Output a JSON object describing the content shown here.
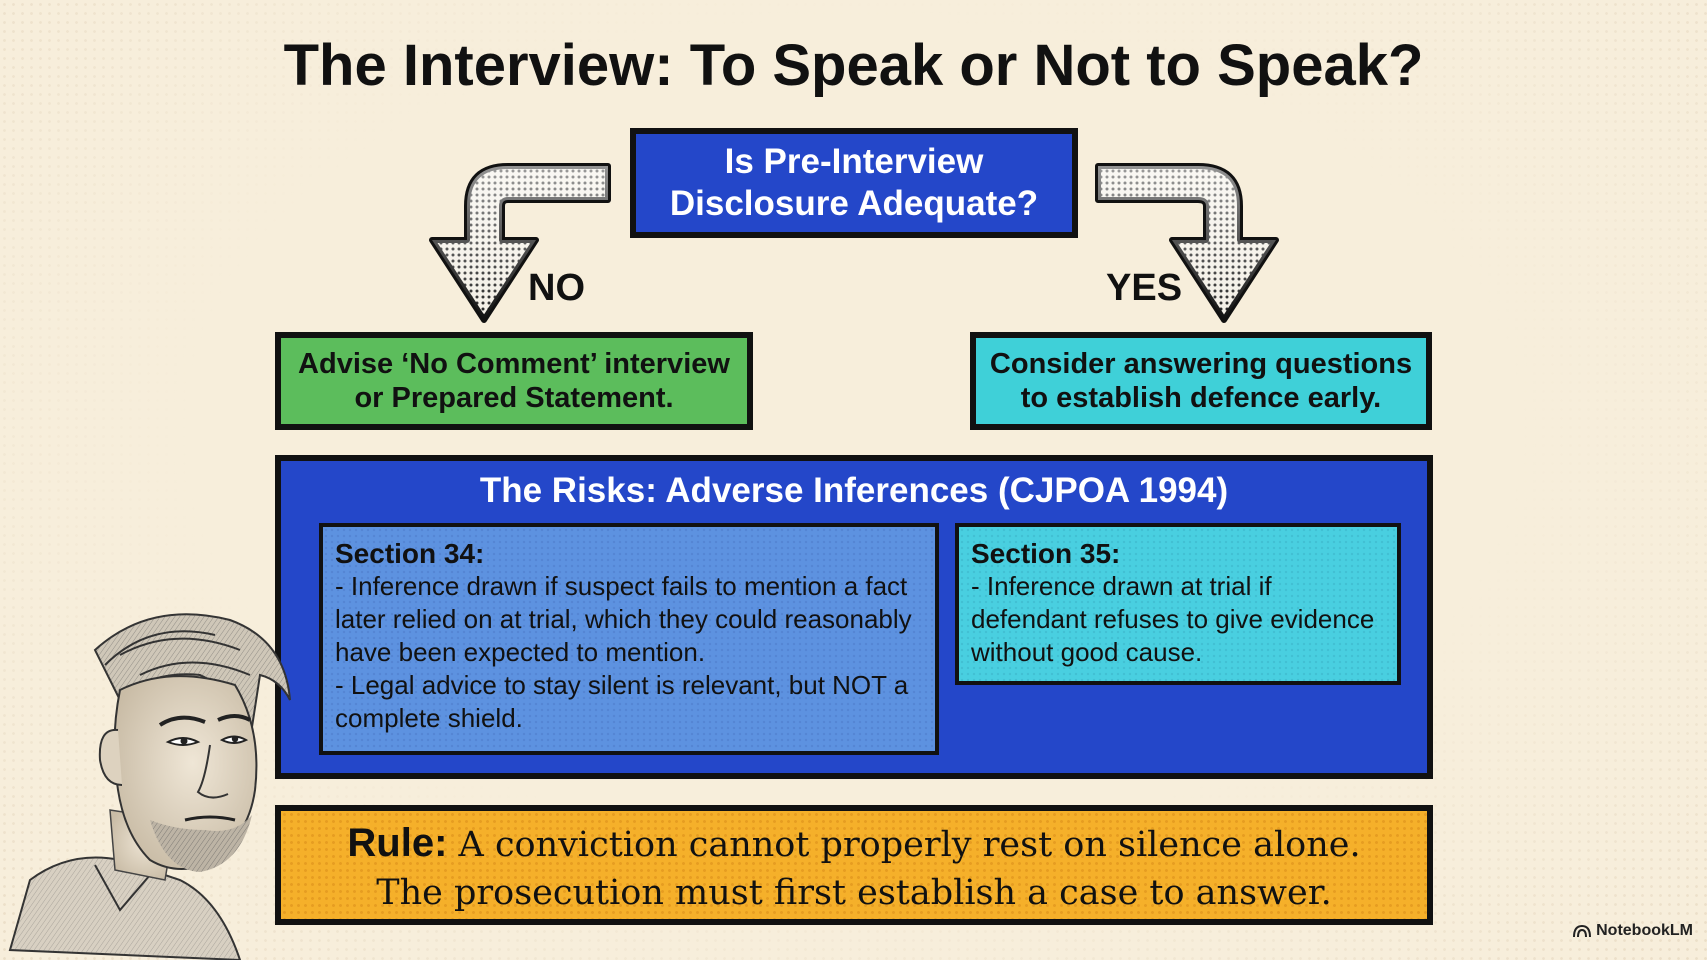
{
  "title": "The Interview: To Speak or Not to Speak?",
  "question": {
    "line1": "Is Pre-Interview",
    "line2": "Disclosure Adequate?"
  },
  "branches": {
    "no": {
      "label": "NO",
      "line1": "Advise ‘No Comment’ interview",
      "line2": "or Prepared Statement."
    },
    "yes": {
      "label": "YES",
      "line1": "Consider answering questions",
      "line2": "to establish defence early."
    }
  },
  "risks": {
    "title": "The Risks: Adverse Inferences (CJPOA 1994)",
    "section34": {
      "heading": "Section 34:",
      "bullets": [
        "- Inference drawn if suspect fails to mention a fact later relied on at trial, which they could reasonably have been expected to mention.",
        "- Legal advice to stay silent is relevant, but NOT a complete shield."
      ]
    },
    "section35": {
      "heading": "Section 35:",
      "bullets": [
        "- Inference drawn at trial if defendant refuses to give evidence without good cause."
      ]
    }
  },
  "rule": {
    "label": "Rule:",
    "line1": "A conviction cannot properly rest on silence alone.",
    "line2": "The prosecution must first establish a case to answer."
  },
  "watermark": {
    "text": "NotebookLM",
    "icon": "notebooklm-logo-icon"
  },
  "colors": {
    "background": "#f7eedb",
    "question_blue": "#2447c9",
    "no_green": "#5cbd5c",
    "yes_cyan": "#3fd0d8",
    "section34_blue": "#5d92e0",
    "section35_cyan": "#49cfe0",
    "rule_orange": "#f5b02a"
  }
}
